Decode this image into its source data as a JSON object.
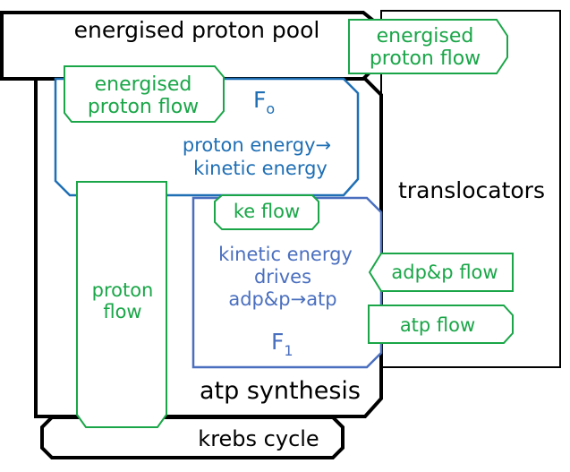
{
  "pool": {
    "label": "energised proton pool"
  },
  "translocators": {
    "label": "translocators"
  },
  "atp_synthesis": {
    "label": "atp synthesis"
  },
  "krebs": {
    "label": "krebs cycle"
  },
  "fo": {
    "label": "F",
    "sub": "o",
    "desc_line1": "proton energy→",
    "desc_line2": "kinetic energy"
  },
  "f1": {
    "label": "F",
    "sub": "1",
    "desc_line1": "kinetic energy",
    "desc_line2": "drives",
    "desc_line3": "adp&p→atp"
  },
  "flows": {
    "energised_proton_flow_right_line1": "energised",
    "energised_proton_flow_right_line2": "proton flow",
    "energised_proton_flow_left_line1": "energised",
    "energised_proton_flow_left_line2": "proton flow",
    "ke_flow": "ke flow",
    "adp_p_flow": "adp&p flow",
    "atp_flow": "atp flow",
    "proton_flow_line1": "proton",
    "proton_flow_line2": "flow"
  },
  "colors": {
    "outline": "#000000",
    "flow_green": "#1aa648",
    "fo_blue": "#1f6fb5",
    "f1_blue": "#4a6fbf"
  }
}
